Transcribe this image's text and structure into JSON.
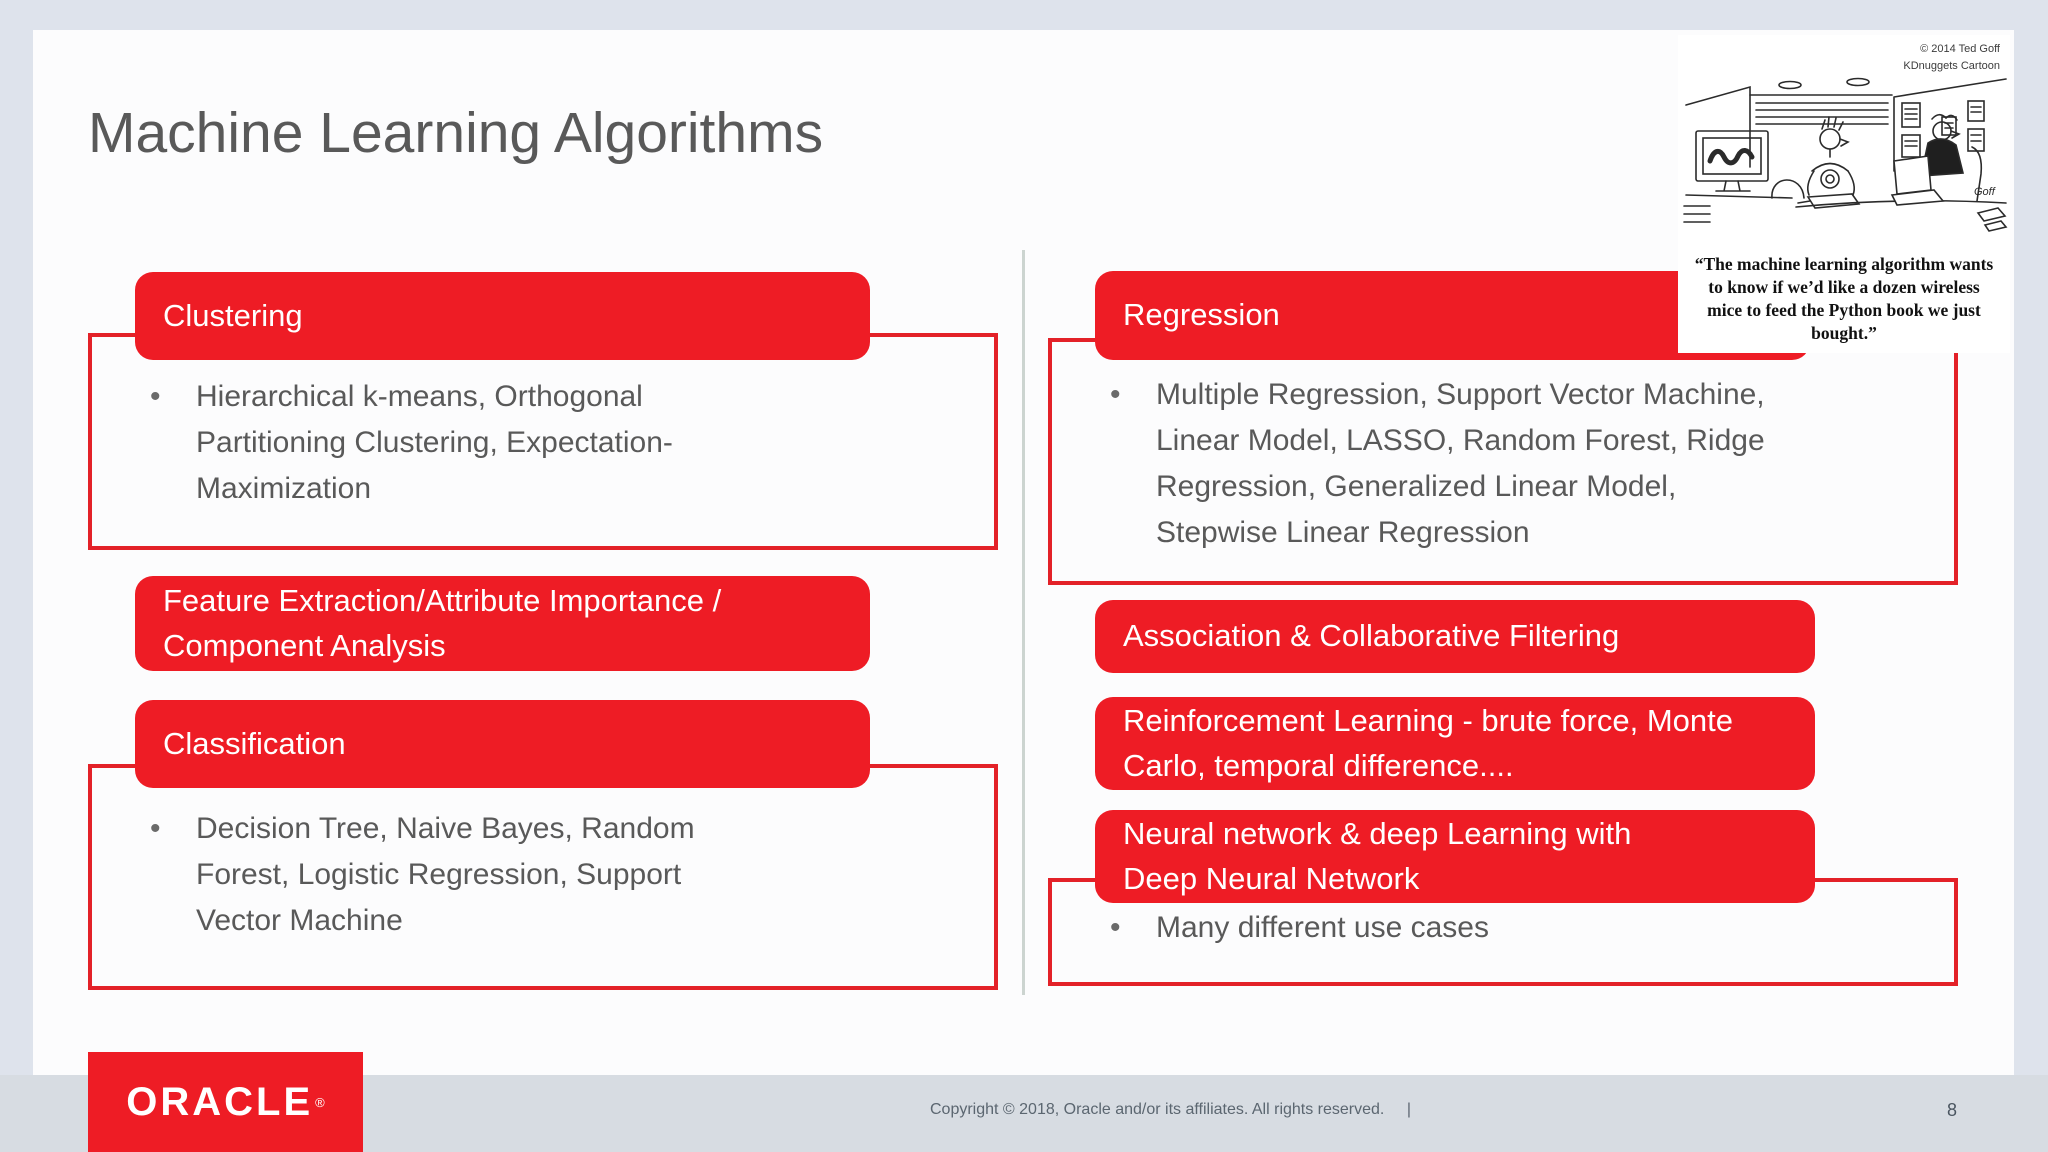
{
  "title": "Machine Learning Algorithms",
  "left": {
    "clustering_header": "Clustering",
    "clustering_items": "Hierarchical k-means, Orthogonal Partitioning Clustering, Expectation-Maximization",
    "feature_header": "Feature Extraction/Attribute Importance / Component Analysis",
    "classification_header": "Classification",
    "classification_items": "Decision Tree, Naive Bayes, Random Forest, Logistic Regression, Support Vector Machine"
  },
  "right": {
    "regression_header": "Regression",
    "regression_items": "Multiple Regression, Support Vector Machine, Linear Model, LASSO, Random Forest, Ridge Regression, Generalized Linear Model, Stepwise Linear Regression",
    "association_header": "Association & Collaborative Filtering",
    "reinforcement_header": "Reinforcement Learning - brute force, Monte Carlo, temporal difference....",
    "neural_header": "Neural network & deep Learning with Deep Neural Network",
    "neural_items": "Many different use cases"
  },
  "cartoon": {
    "credit_line1": "© 2014 Ted Goff",
    "credit_line2": "KDnuggets Cartoon",
    "caption": "“The machine learning algorithm wants to know if we’d like a dozen wireless mice to feed the Python book we just bought.”",
    "signature": "Goff"
  },
  "footer": {
    "logo": "ORACLE",
    "logo_reg": "®",
    "copyright": "Copyright © 2018, Oracle and/or its affiliates. All rights reserved.",
    "separator": "|",
    "page": "8"
  },
  "colors": {
    "accent_red": "#ee1c25",
    "outline_red": "#e32128",
    "body_gray": "#595959",
    "background": "#dee3ec",
    "footer_strip": "#d7dce2"
  }
}
